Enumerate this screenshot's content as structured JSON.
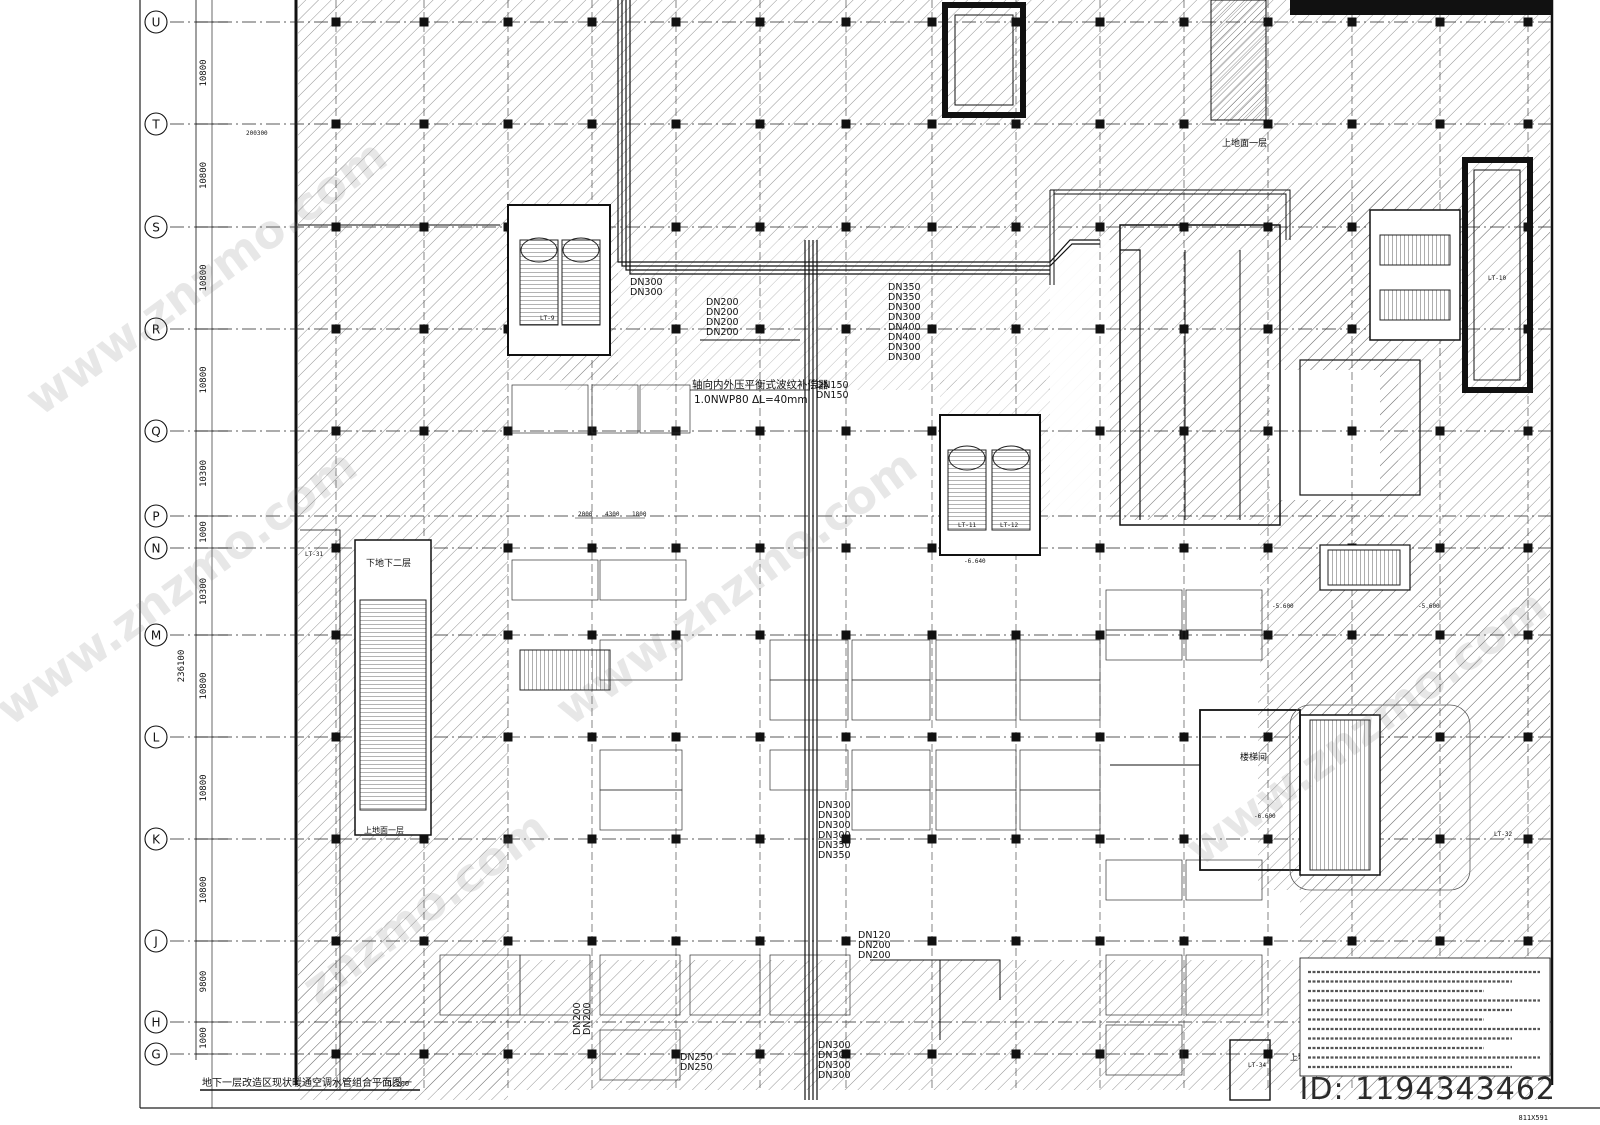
{
  "title": "地下一层改造区现状暖通空调水管组合平面图一",
  "scale": "1:200",
  "image_id": "ID: 1194343462",
  "corner_code": "811X591",
  "axis_labels": [
    "U",
    "T",
    "S",
    "R",
    "Q",
    "P",
    "N",
    "M",
    "L",
    "K",
    "J",
    "H",
    "G"
  ],
  "axis_spacings": [
    "10800",
    "10800",
    "10800",
    "10800",
    "10300",
    "1000",
    "10300",
    "10800",
    "10800",
    "10800",
    "9800",
    "1000"
  ],
  "total_dimension": "236100",
  "top_dim": "200300",
  "annotation_main": "轴向内外压平衡式波纹补偿器",
  "annotation_sub": "1.0NWP80 ΔL=40mm",
  "pipes": {
    "col1": [
      "DN300",
      "DN300"
    ],
    "col2": [
      "DN200",
      "DN200",
      "DN200",
      "DN200"
    ],
    "col3": [
      "DN350",
      "DN350",
      "DN300",
      "DN300",
      "DN400",
      "DN400",
      "DN300",
      "DN300"
    ],
    "col4": [
      "DN150",
      "DN150"
    ],
    "col5": [
      "DN300",
      "DN300",
      "DN300",
      "DN300",
      "DN350",
      "DN350"
    ],
    "col6": [
      "DN120",
      "DN200",
      "DN200"
    ],
    "col7": [
      "DN200",
      "DN200"
    ],
    "col8": [
      "DN250",
      "DN250"
    ],
    "col9": [
      "DN300",
      "DN300",
      "DN300",
      "DN300"
    ]
  },
  "dims_small": [
    "2000",
    "4300",
    "1800"
  ],
  "room_labels": {
    "up_to_b2": "下地下二层",
    "up_to_f1": "上地面一层",
    "stair_hall": "楼梯间",
    "up_f1_right": "上地面一层",
    "b2_bottom": "上地面一层",
    "elev_lt11": "LT-11",
    "elev_lt12": "LT-12",
    "elev_lt9": "LT-9",
    "elev_lt31": "LT-31",
    "elev_lt32": "LT-32",
    "elev_lt10": "LT-10",
    "elev_lt34": "LT-34"
  },
  "level_marks": [
    "-5.600",
    "-5.600",
    "-6.640",
    "-6.600"
  ],
  "watermarks": [
    "www.znzmo.com",
    "www.znzmo.com",
    "www.znzmo.com",
    "znzmo.com",
    "www.znzmo.com"
  ]
}
